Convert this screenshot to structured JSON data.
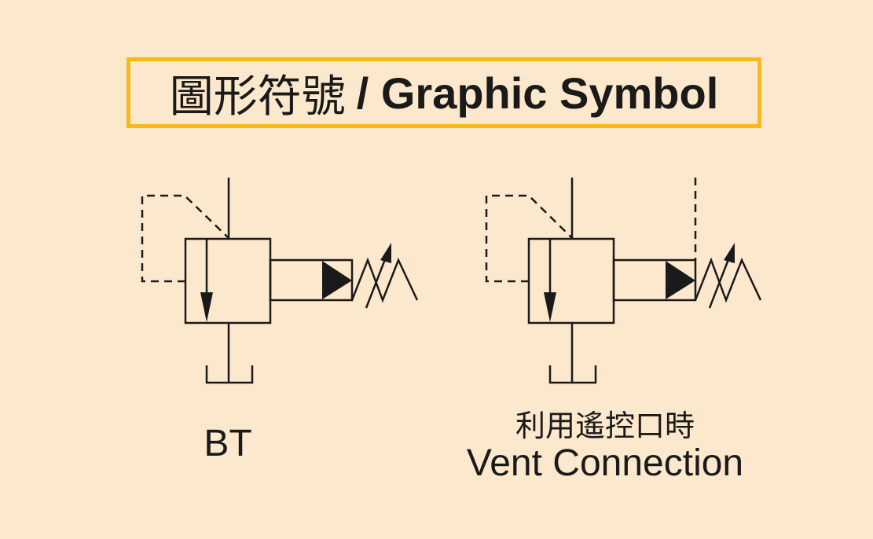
{
  "title": {
    "zh": "圖形符號",
    "en": "/ Graphic Symbol"
  },
  "symbols": [
    {
      "label": "BT"
    },
    {
      "label_zh": "利用遙控口時",
      "label_en": "Vent Connection"
    }
  ],
  "colors": {
    "background": "#fce8cc",
    "frame": "#f8b817",
    "ink": "#1a1a1a"
  }
}
